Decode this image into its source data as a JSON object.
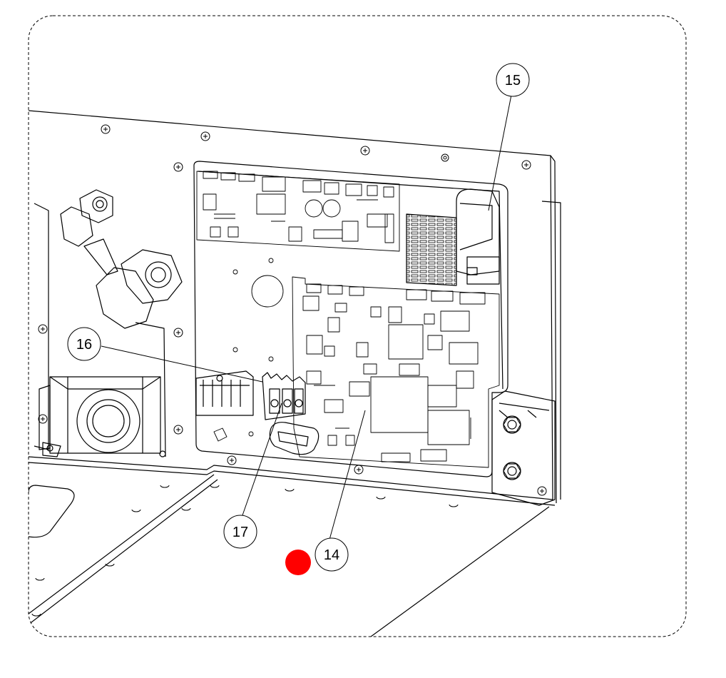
{
  "callouts": {
    "c14": "14",
    "c15": "15",
    "c16": "16",
    "c17": "17"
  },
  "colors": {
    "line": "#000000",
    "background": "#ffffff",
    "marker": "#ff0000"
  }
}
